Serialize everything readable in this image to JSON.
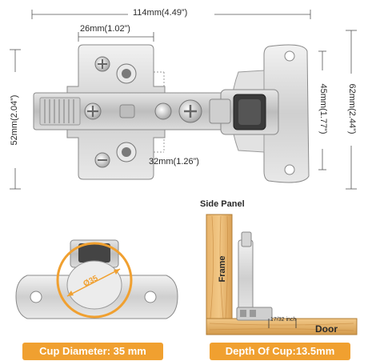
{
  "dimensions": {
    "overall_width": "114mm(4.49”)",
    "plate_width": "26mm(1.02”)",
    "hole_spacing": "32mm(1.26”)",
    "body_height": "52mm(2.04”)",
    "cup_side_height": "45mm(1.77”)",
    "full_height": "62mm(2.44”)"
  },
  "cup_detail": {
    "diameter_marker": "Ø35",
    "label": "Cup Diameter: 35 mm"
  },
  "install_diagram": {
    "side_panel": "Side Panel",
    "frame": "Frame",
    "door": "Door",
    "overlay": "17/32 inch",
    "label": "Depth Of Cup:13.5mm"
  },
  "colors": {
    "accent": "#f0a030",
    "metal": "#d9d9d9",
    "metal_dark": "#9c9c9c",
    "wood": "#e8b86a",
    "wood_dark": "#c98f3e"
  }
}
